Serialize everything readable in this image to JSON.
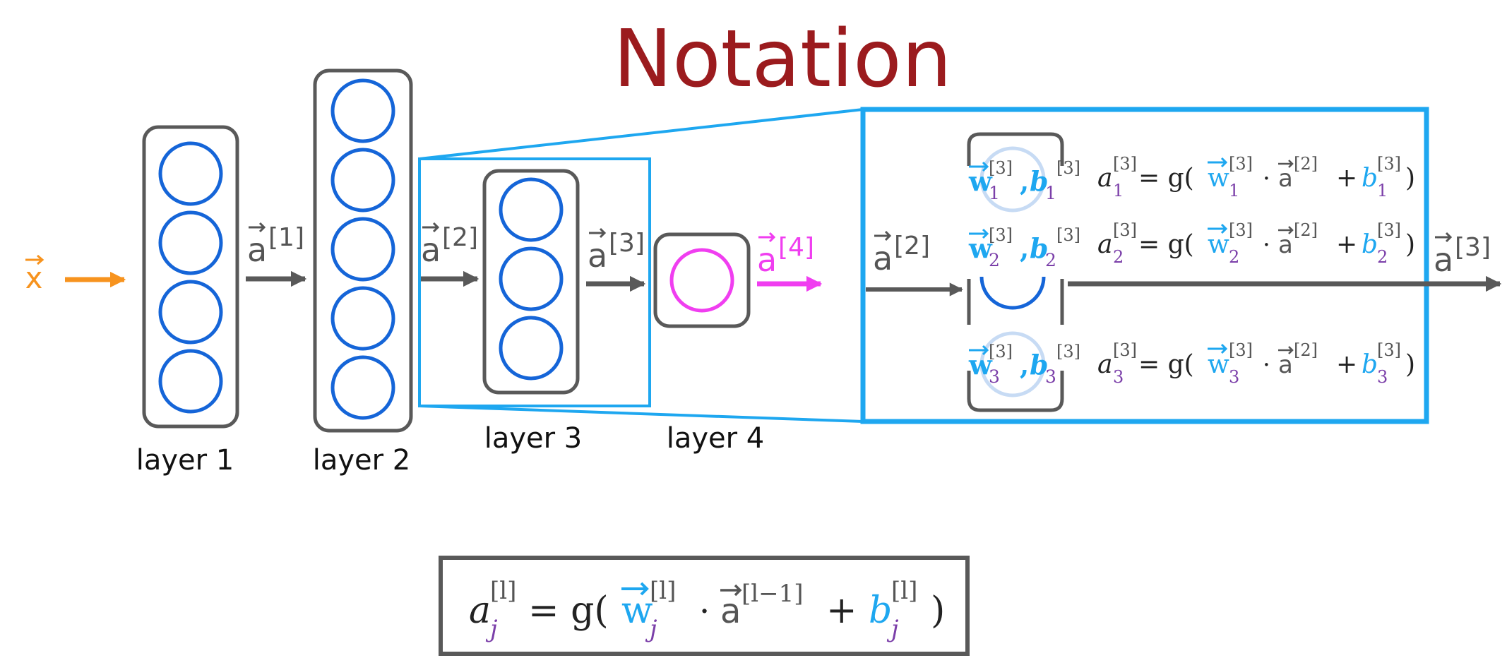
{
  "title": "Notation",
  "colors": {
    "title": "#9b1b1e",
    "neuron": "#1565d8",
    "output_neuron": "#f03ef0",
    "arrow": "#595959",
    "input": "#f7931e",
    "zoom_box": "#1ea7f0",
    "w": "#1ea7f0",
    "b": "#1ea7f0",
    "index": "#7b3fa9",
    "box_border": "#595959"
  },
  "input": {
    "label": "x",
    "icon": "vector-arrow-icon"
  },
  "layers": [
    {
      "label": "layer 1",
      "units": 4
    },
    {
      "label": "layer 2",
      "units": 5
    },
    {
      "label": "layer 3",
      "units": 3
    },
    {
      "label": "layer 4",
      "units": 1
    }
  ],
  "activations": [
    {
      "base": "a",
      "sup": "[1]"
    },
    {
      "base": "a",
      "sup": "[2]"
    },
    {
      "base": "a",
      "sup": "[3]"
    },
    {
      "base": "a",
      "sup": "[4]"
    }
  ],
  "zoom": {
    "input": {
      "base": "a",
      "sup": "[2]"
    },
    "output": {
      "base": "a",
      "sup": "[3]"
    },
    "units": [
      {
        "param_w": "w",
        "param_b": "b",
        "sub": "1",
        "sup": "[3]",
        "lhs": "a",
        "eq": "= g(",
        "w": "w",
        "dot": "·",
        "a_prev": "a",
        "a_prev_sup": "[2]",
        "plus": "+",
        "b": "b",
        "close": ")"
      },
      {
        "param_w": "w",
        "param_b": "b",
        "sub": "2",
        "sup": "[3]",
        "lhs": "a",
        "eq": "= g(",
        "w": "w",
        "dot": "·",
        "a_prev": "a",
        "a_prev_sup": "[2]",
        "plus": "+",
        "b": "b",
        "close": ")"
      },
      {
        "param_w": "w",
        "param_b": "b",
        "sub": "3",
        "sup": "[3]",
        "lhs": "a",
        "eq": "= g(",
        "w": "w",
        "dot": "·",
        "a_prev": "a",
        "a_prev_sup": "[2]",
        "plus": "+",
        "b": "b",
        "close": ")"
      }
    ]
  },
  "general": {
    "lhs": "a",
    "j": "j",
    "l": "[l]",
    "eq": "= g(",
    "w": "w",
    "dot": "·",
    "a_prev": "a",
    "a_prev_sup": "[l−1]",
    "plus": "+",
    "b": "b",
    "close": ")"
  }
}
